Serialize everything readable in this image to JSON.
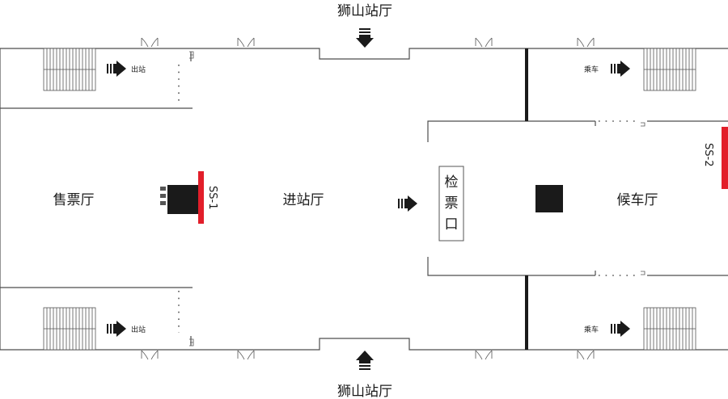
{
  "labels": {
    "top_hall": "狮山站厅",
    "bottom_hall": "狮山站厅",
    "ticket_hall": "售票厅",
    "entry_hall": "进站厅",
    "waiting_hall": "候车厅",
    "ticket_check_1": "检",
    "ticket_check_2": "票",
    "ticket_check_3": "口",
    "exit_top": "出站",
    "exit_bottom": "出站",
    "board_top": "乘车",
    "board_bottom": "乘车",
    "ss1": "SS-1",
    "ss2": "SS-2"
  },
  "colors": {
    "wall": "#4d4d4d",
    "security_bar": "#e21e2a",
    "arrow": "#1a1a1a",
    "machine": "#1a1a1a"
  },
  "icons": {
    "stairs": "stairs-icon",
    "arrow": "direction-arrow-icon",
    "door": "swing-door-icon",
    "security": "security-scanner-icon"
  }
}
